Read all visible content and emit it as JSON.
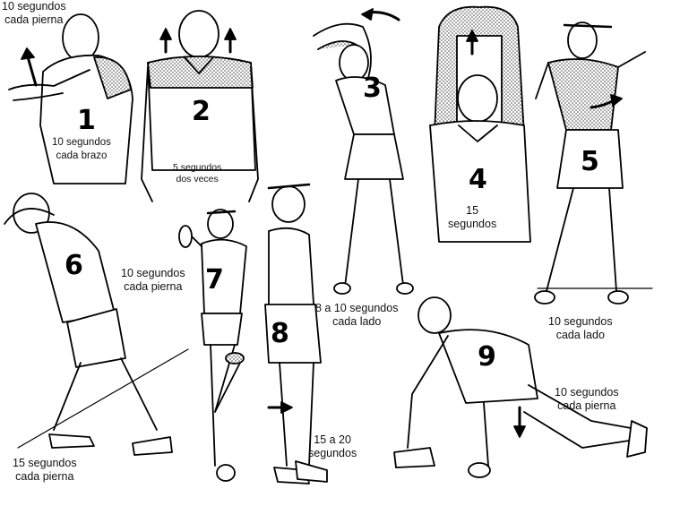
{
  "exercises": [
    {
      "number": "1",
      "caption": [
        "10 segundos",
        "cada brazo"
      ]
    },
    {
      "number": "2",
      "caption": [
        "5 segundos",
        "dos veces"
      ]
    },
    {
      "number": "3",
      "caption": [
        "8 a 10 segundos",
        "cada lado"
      ]
    },
    {
      "number": "4",
      "caption": [
        "15",
        "segundos"
      ]
    },
    {
      "number": "5",
      "caption": [
        "10 segundos",
        "cada lado"
      ]
    },
    {
      "number": "6",
      "caption": [
        "15 segundos",
        "cada pierna"
      ]
    },
    {
      "number": "7",
      "caption": [
        "10 segundos",
        "cada pierna"
      ]
    },
    {
      "number": "8",
      "caption": [
        "15 a 20",
        "segundos"
      ]
    },
    {
      "number": "9",
      "caption": [
        "10 segundos",
        "cada pierna"
      ]
    }
  ],
  "extra_caption": [
    "10 segundos",
    "cada pierna"
  ],
  "colors": {
    "ink": "#000000",
    "paper": "#ffffff",
    "shade": "#8a8a8a"
  }
}
